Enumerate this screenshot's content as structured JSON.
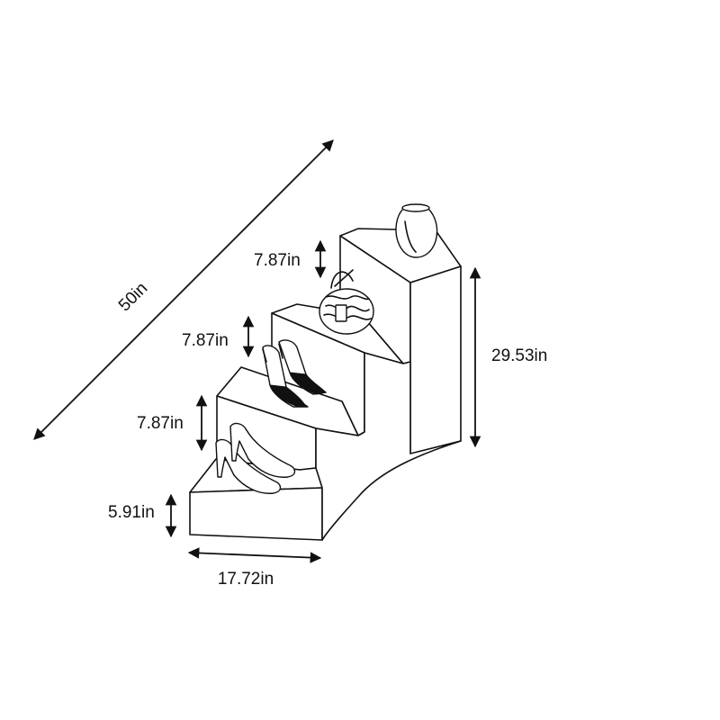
{
  "dimensions": {
    "diagonal": "50in",
    "step_heights": [
      "7.87in",
      "7.87in",
      "7.87in",
      "5.91in"
    ],
    "total_height": "29.53in",
    "base_width": "17.72in"
  },
  "icons": {
    "vase": "vase-icon",
    "handbag": "round-handbag-icon",
    "black_heels": "black-heels-icon",
    "white_heels": "white-heels-icon"
  }
}
